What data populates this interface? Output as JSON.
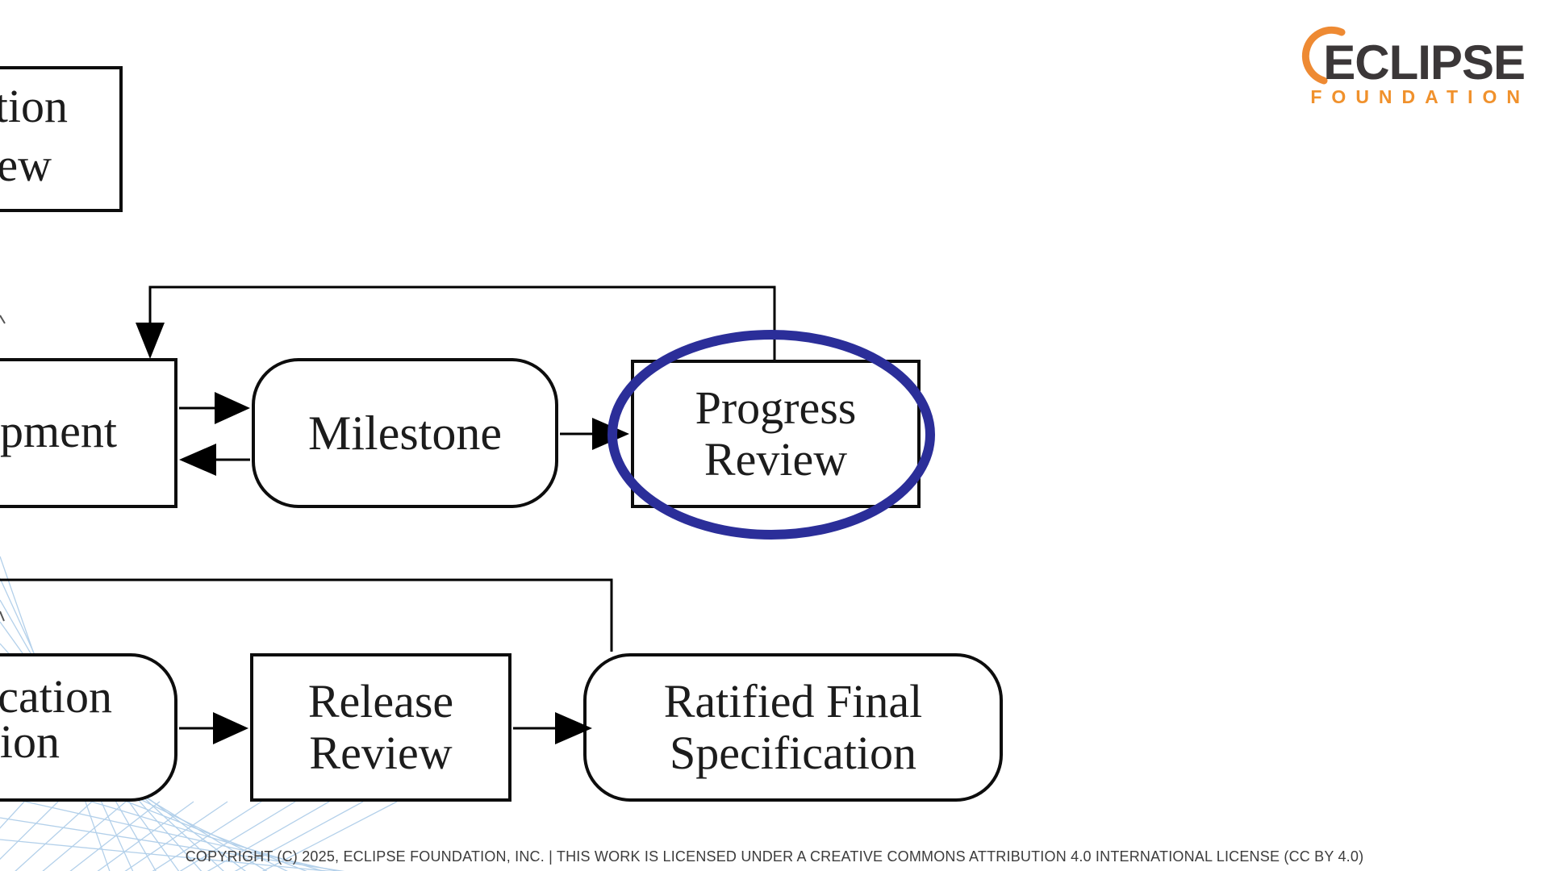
{
  "diagram": {
    "top_left_review_box": {
      "lines": [
        "tion",
        "ew"
      ]
    },
    "development_box": {
      "lines": [
        "pment"
      ]
    },
    "milestone_box": {
      "label": "Milestone"
    },
    "progress_review_box": {
      "lines": [
        "Progress",
        "Review"
      ]
    },
    "specification_version_box": {
      "lines": [
        "cation",
        "ion"
      ]
    },
    "release_review_box": {
      "lines": [
        "Release",
        "Review"
      ]
    },
    "ratified_final_specification_box": {
      "lines": [
        "Ratified Final",
        "Specification"
      ]
    },
    "annotation_ellipse_color": "#2b2e99",
    "line_color": "#000000",
    "swoosh_line_color": "#b3d0ea"
  },
  "logo": {
    "title": "ECLIPSE",
    "subtitle": "FOUNDATION",
    "title_color": "#3b3738",
    "accent_color": "#ee8a33"
  },
  "footer": {
    "copyright": "COPYRIGHT (C) 2025, ECLIPSE FOUNDATION, INC. | THIS WORK IS LICENSED UNDER A CREATIVE COMMONS ATTRIBUTION 4.0 INTERNATIONAL LICENSE (CC BY 4.0)"
  }
}
